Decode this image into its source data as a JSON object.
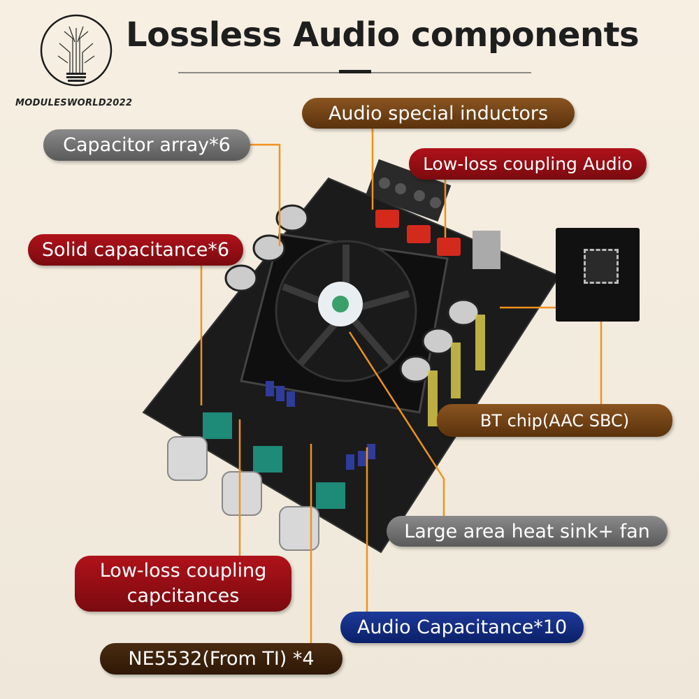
{
  "header": {
    "title": "Lossless Audio components",
    "brand": "MODULESWORLD2022"
  },
  "callouts": {
    "audio_inductors": "Audio special inductors",
    "capacitor_array": "Capacitor array*6",
    "low_loss_coupling_audio": "Low-loss coupling Audio",
    "solid_capacitance": "Solid capacitance*6",
    "bt_chip": "BT chip(AAC SBC)",
    "heat_sink": "Large area heat sink+ fan",
    "coupling_capacitances_line1": "Low-loss coupling",
    "coupling_capacitances_line2": "capcitances",
    "audio_capacitance": "Audio Capacitance*10",
    "ne5532": "NE5532(From TI) *4"
  },
  "colors": {
    "leader": "#f0921e",
    "grey": "#6e6e6e",
    "red": "#9a0e15",
    "brown": "#6e4216",
    "blue": "#142c80"
  }
}
